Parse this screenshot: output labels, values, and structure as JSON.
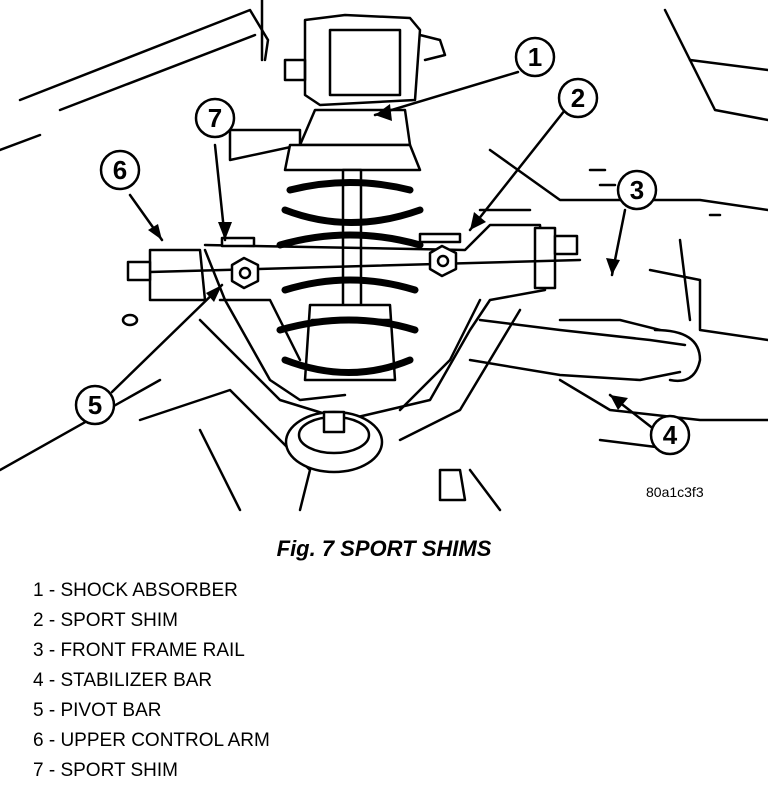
{
  "figure": {
    "code": "80a1c3f3",
    "title": "Fig. 7 SPORT SHIMS"
  },
  "callouts": [
    "1",
    "2",
    "3",
    "4",
    "5",
    "6",
    "7"
  ],
  "legend": [
    "1 - SHOCK ABSORBER",
    "2 - SPORT SHIM",
    "3 - FRONT FRAME RAIL",
    "4 - STABILIZER BAR",
    "5 - PIVOT BAR",
    "6 - UPPER CONTROL ARM",
    "7 - SPORT SHIM"
  ]
}
